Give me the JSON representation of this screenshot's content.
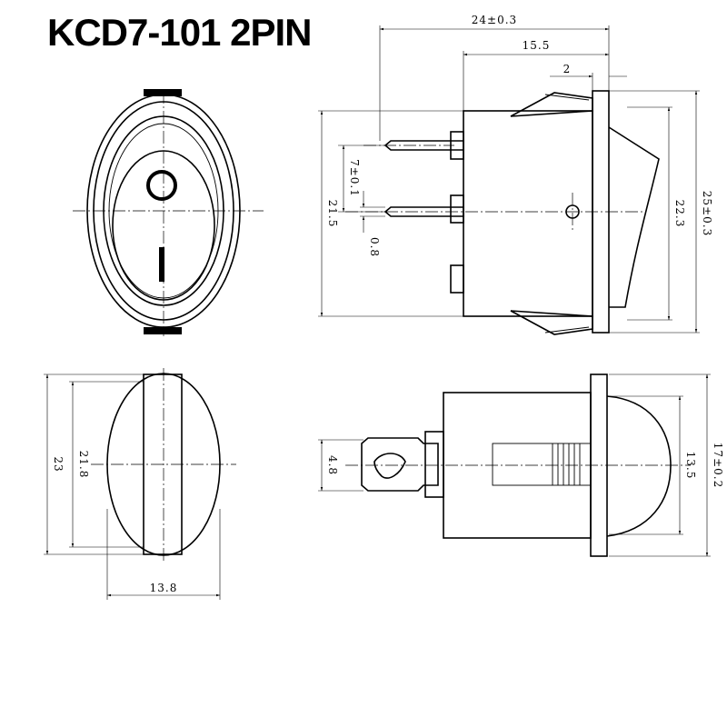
{
  "title": "KCD7-101 2PIN",
  "dimensions": {
    "overall_length": "24±0.3",
    "body_length": "15.5",
    "flange_thickness": "2",
    "pin_spacing": "7±0.1",
    "pin_thickness": "0.8",
    "body_height": "21.5",
    "rocker_height": "22.3",
    "flange_height": "25±0.3",
    "front_height_outer": "23",
    "front_height_inner": "21.8",
    "front_width": "13.8",
    "terminal_width": "4.8",
    "rocker_width": "13.5",
    "flange_width": "17±0.2"
  },
  "symbols": {
    "off_symbol": "circle-icon",
    "on_symbol": "bar-icon"
  }
}
